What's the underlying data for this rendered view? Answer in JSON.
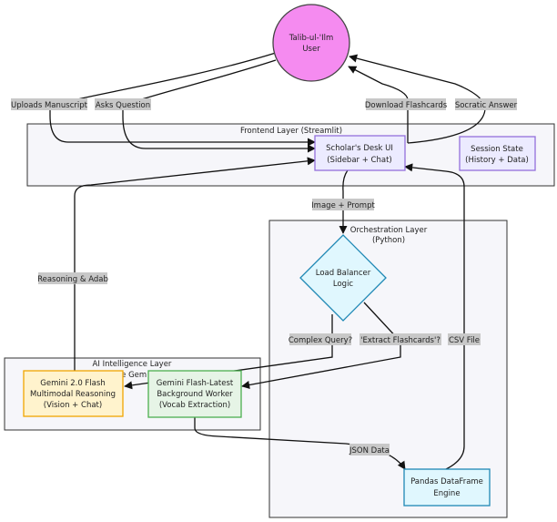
{
  "groups": {
    "frontend": "Frontend Layer (Streamlit)",
    "orchestration": [
      "Orchestration Layer",
      "(Python)"
    ],
    "ai": "AI Intelligence Layer",
    "ai_hidden": "le Gem"
  },
  "nodes": {
    "user": [
      "Talib-ul-'Ilm",
      "User"
    ],
    "scholar": [
      "Scholar's Desk UI",
      "(Sidebar + Chat)"
    ],
    "session": [
      "Session State",
      "(History + Data)"
    ],
    "balancer": [
      "Load Balancer",
      "Logic"
    ],
    "gemini_flash": [
      "Gemini 2.0 Flash",
      "Multimodal Reasoning",
      "(Vision + Chat)"
    ],
    "gemini_latest": [
      "Gemini Flash-Latest",
      "Background Worker",
      "(Vocab Extraction)"
    ],
    "pandas": [
      "Pandas DataFrame",
      "Engine"
    ]
  },
  "edges": {
    "uploads": "Uploads Manuscript",
    "asks": "Asks Question",
    "download": "Download Flashcards",
    "socratic": "Socratic Answer",
    "image_prompt": "Image + Prompt",
    "reasoning": "Reasoning & Adab",
    "complex": "Complex Query?",
    "extract": "'Extract Flashcards'?",
    "csv": "CSV File",
    "json": "JSON Data"
  },
  "colors": {
    "user_fill": "#f58bf0",
    "node_fill": "#ecebff",
    "node_stroke": "#9370db",
    "diamond_fill": "#e0f7fe",
    "diamond_stroke": "#1e88b5",
    "orange_fill": "#fff3cd",
    "orange_stroke": "#f0a500",
    "green_fill": "#e6f4e6",
    "green_stroke": "#4caf50",
    "group_fill": "#f6f6fa",
    "label_bg": "#c8c8c8"
  }
}
